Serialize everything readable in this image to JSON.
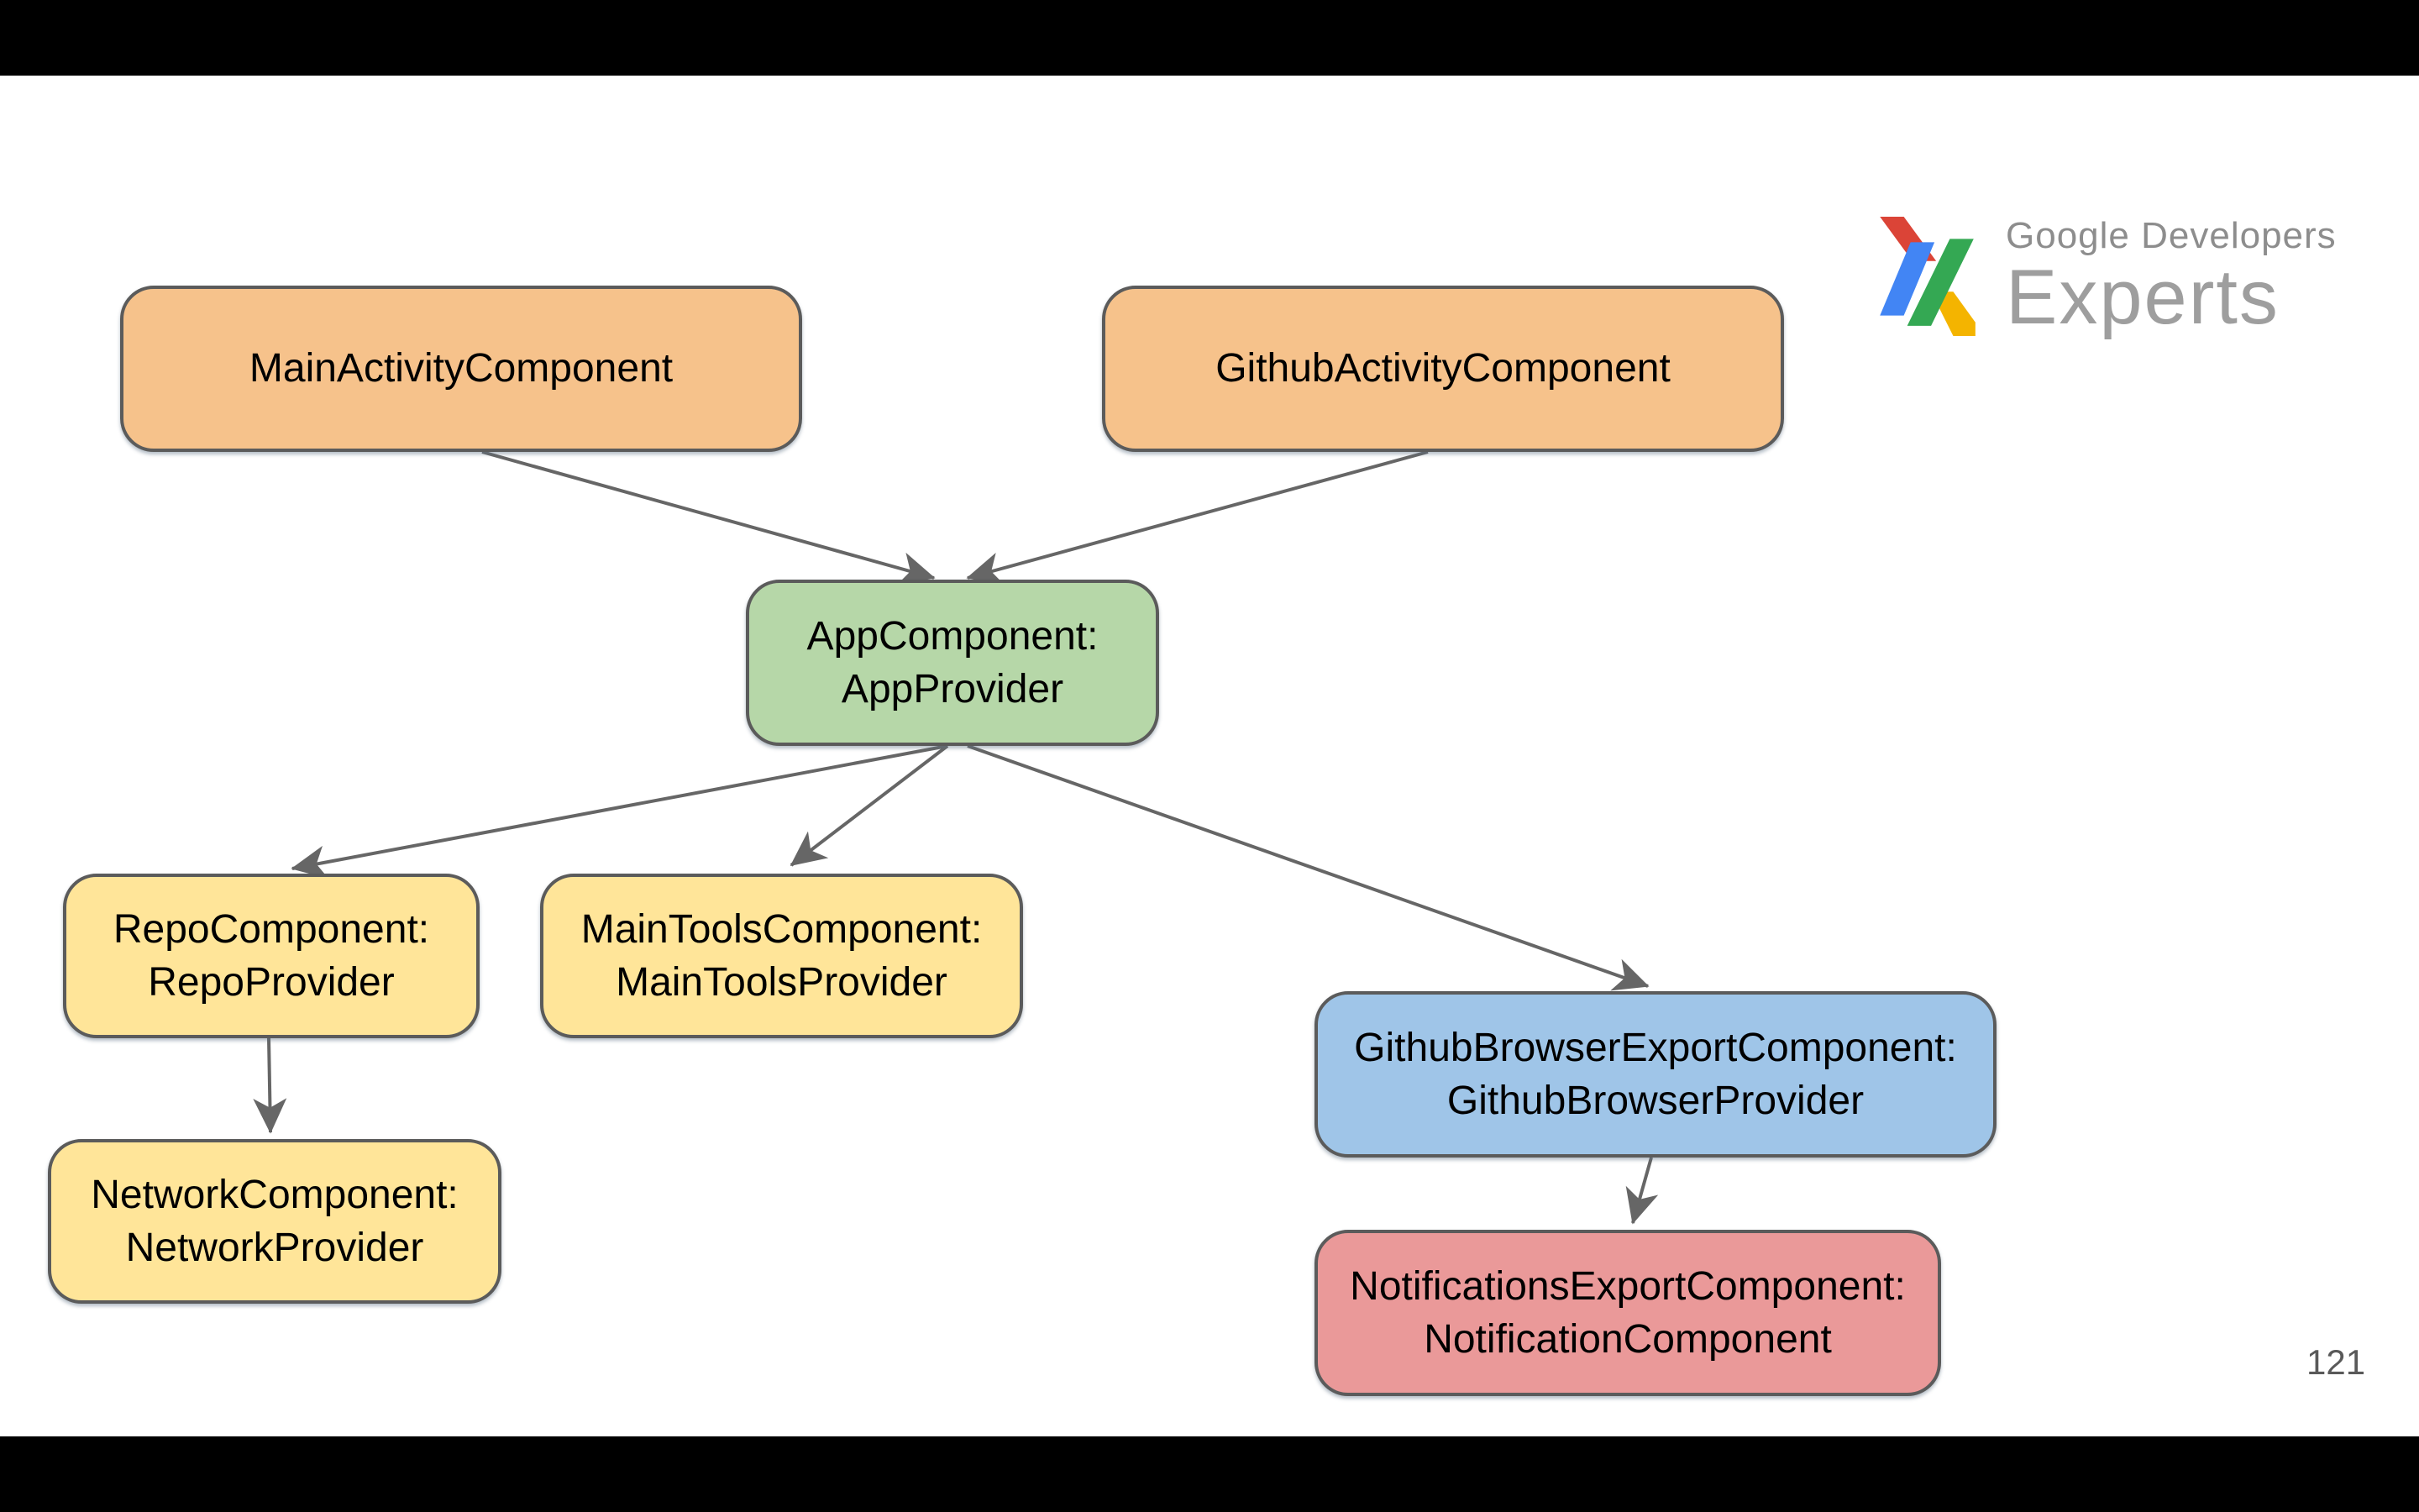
{
  "slide": {
    "page_number": "121",
    "logo": {
      "brand": "Google Developers",
      "program": "Experts"
    },
    "colors": {
      "node_border": "#5B5B5B",
      "edge": "#666666",
      "activity_fill": "#F6C28B",
      "app_fill": "#B6D7A8",
      "provider_fill": "#FFE599",
      "export_fill": "#9FC5E8",
      "notification_fill": "#EA9999",
      "logo_red": "#DB4437",
      "logo_blue": "#4285F4",
      "logo_green": "#34A853",
      "logo_yellow": "#F4B400",
      "logo_text": "#9E9E9E"
    },
    "nodes": {
      "main_activity": {
        "label": "MainActivityComponent",
        "fill": "#F6C28B"
      },
      "github_activity": {
        "label": "GithubActivityComponent",
        "fill": "#F6C28B"
      },
      "app": {
        "label": "AppComponent: AppProvider",
        "fill": "#B6D7A8"
      },
      "repo": {
        "label": "RepoComponent: RepoProvider",
        "fill": "#FFE599"
      },
      "main_tools": {
        "label": "MainToolsComponent: MainToolsProvider",
        "fill": "#FFE599"
      },
      "github_browser_export": {
        "label": "GithubBrowserExportComponent: GithubBrowserProvider",
        "fill": "#9FC5E8"
      },
      "network": {
        "label": "NetworkComponent: NetworkProvider",
        "fill": "#FFE599"
      },
      "notifications_export": {
        "label": "NotificationsExportComponent: NotificationComponent",
        "fill": "#EA9999"
      }
    },
    "edges": [
      {
        "from": "main_activity",
        "to": "app"
      },
      {
        "from": "github_activity",
        "to": "app"
      },
      {
        "from": "app",
        "to": "repo"
      },
      {
        "from": "app",
        "to": "main_tools"
      },
      {
        "from": "app",
        "to": "github_browser_export"
      },
      {
        "from": "repo",
        "to": "network"
      },
      {
        "from": "github_browser_export",
        "to": "notifications_export"
      }
    ]
  }
}
